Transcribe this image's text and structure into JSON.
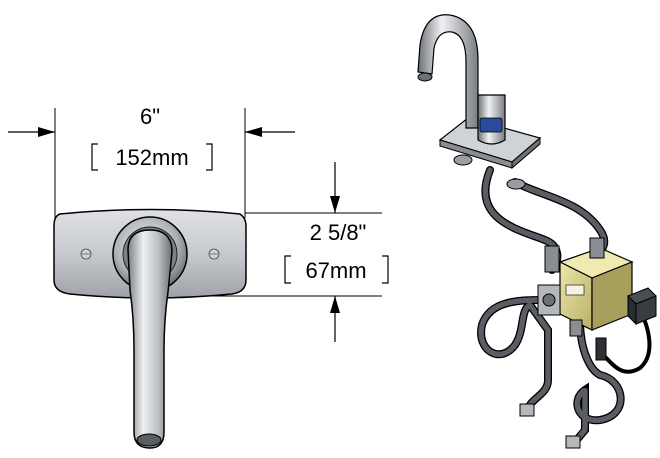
{
  "dimensions": {
    "width_imperial": "6\"",
    "width_metric": "152mm",
    "height_imperial": "2 5/8\"",
    "height_metric": "67mm"
  },
  "colors": {
    "line": "#000000",
    "plate_fill": "#c9ccd1",
    "metal_light": "#e8eaec",
    "metal_mid": "#b4b8bd",
    "metal_dark": "#6e7277",
    "hose": "#3a3d42",
    "valve_box": "#d9d28a",
    "sensor_blue": "#2a4a9c"
  }
}
